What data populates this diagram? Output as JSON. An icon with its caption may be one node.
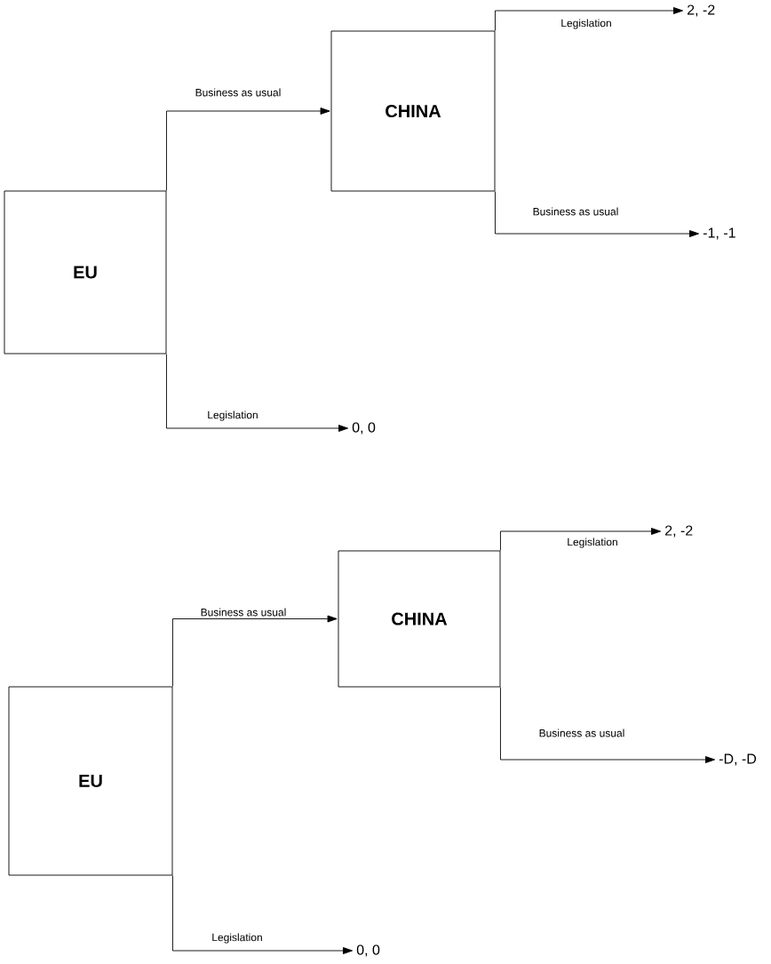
{
  "diagram": {
    "nodes": [
      {
        "text": [
          "EU"
        ]
      },
      {
        "text": [
          "CHINA"
        ]
      },
      {
        "text": [
          "2, -2"
        ]
      },
      {
        "text": [
          "-1, -1"
        ]
      },
      {
        "text": [
          "0, 0"
        ]
      },
      {
        "text": [
          "EU"
        ]
      },
      {
        "text": [
          "CHINA"
        ]
      },
      {
        "text": [
          "2, -2"
        ]
      },
      {
        "text": [
          "-D, -D"
        ]
      },
      {
        "text": [
          "0, 0"
        ]
      }
    ],
    "edges": [
      {
        "from": 0,
        "to": 1,
        "arrow": "to",
        "label": "Business as usual"
      },
      {
        "from": 1,
        "to": 2,
        "arrow": "to",
        "label": "Legislation"
      },
      {
        "from": 1,
        "to": 3,
        "arrow": "to",
        "label": "Business as usual"
      },
      {
        "from": 0,
        "to": 4,
        "arrow": "to",
        "label": "Legislation"
      },
      {
        "from": 5,
        "to": 6,
        "arrow": "to",
        "label": "Business as usual"
      },
      {
        "from": 6,
        "to": 7,
        "arrow": "to",
        "label": "Legislation"
      },
      {
        "from": 6,
        "to": 8,
        "arrow": "to",
        "label": "Business as usual"
      },
      {
        "from": 5,
        "to": 9,
        "arrow": "to",
        "label": "Legislation"
      }
    ]
  }
}
